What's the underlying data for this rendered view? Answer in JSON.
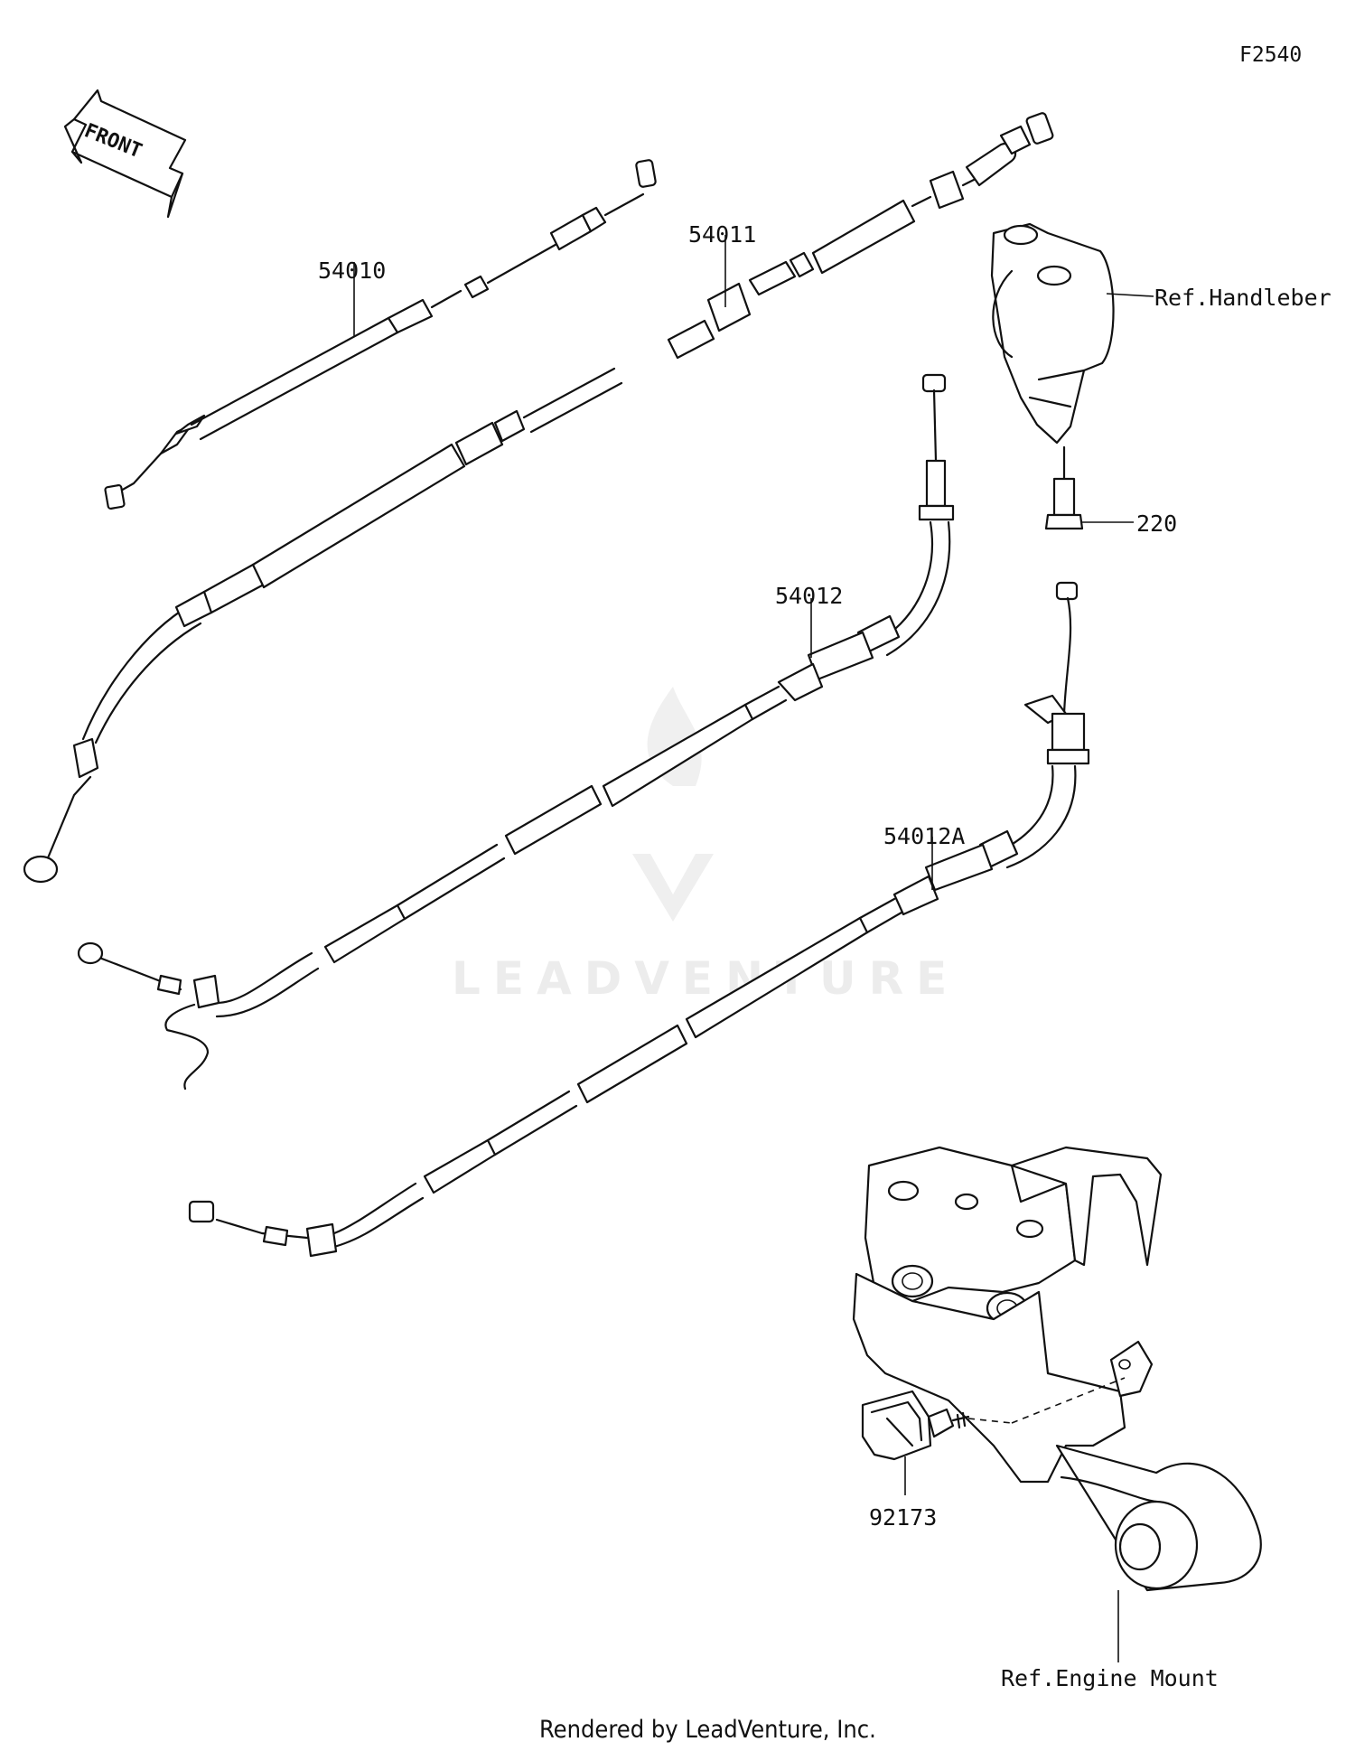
{
  "diagram_code": "F2540",
  "front_label": "FRONT",
  "watermark": "LEADVENTURE",
  "footer": "Rendered by LeadVenture, Inc.",
  "callouts": {
    "p54010": "54010",
    "p54011": "54011",
    "p54012": "54012",
    "p54012A": "54012A",
    "p220": "220",
    "p92173": "92173",
    "ref_handlebar": "Ref.Handleber",
    "ref_engine_mount": "Ref.Engine Mount"
  }
}
